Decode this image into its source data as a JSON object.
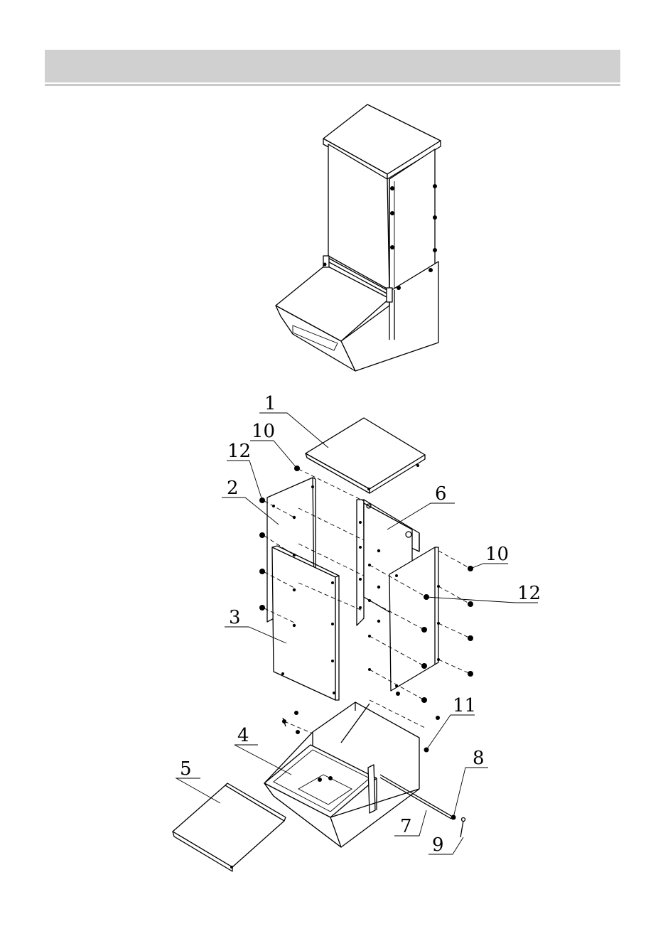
{
  "header": {
    "title": ""
  },
  "callouts": [
    {
      "id": "c1",
      "label": "1"
    },
    {
      "id": "c10a",
      "label": "10"
    },
    {
      "id": "c12a",
      "label": "12"
    },
    {
      "id": "c2",
      "label": "2"
    },
    {
      "id": "c6",
      "label": "6"
    },
    {
      "id": "c10b",
      "label": "10"
    },
    {
      "id": "c12b",
      "label": "12"
    },
    {
      "id": "c3",
      "label": "3"
    },
    {
      "id": "c11",
      "label": "11"
    },
    {
      "id": "c4",
      "label": "4"
    },
    {
      "id": "c8",
      "label": "8"
    },
    {
      "id": "c5",
      "label": "5"
    },
    {
      "id": "c7",
      "label": "7"
    },
    {
      "id": "c9",
      "label": "9"
    }
  ]
}
